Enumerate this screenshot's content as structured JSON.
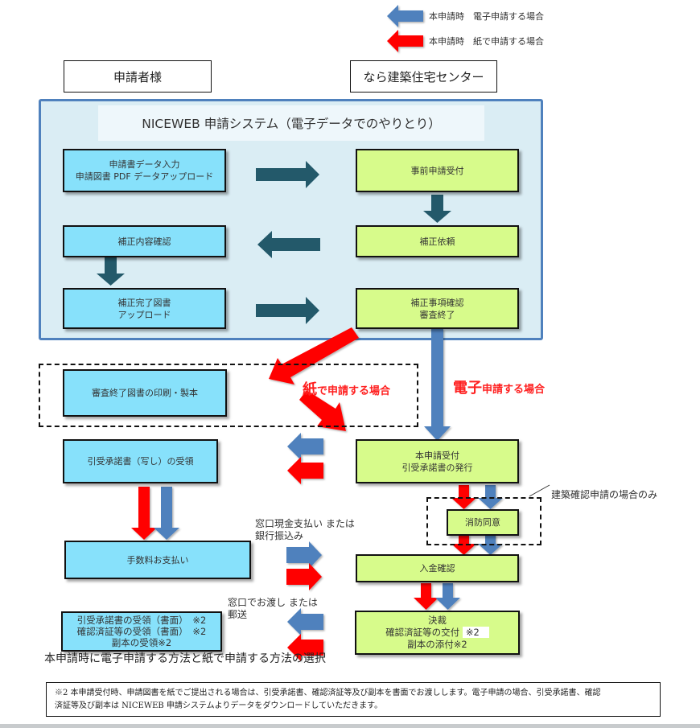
{
  "legend": {
    "electronic": "本申請時　電子申請する場合",
    "paper": "本申請時　紙で申請する場合"
  },
  "headers": {
    "applicant": "申請者様",
    "center": "なら建築住宅センター"
  },
  "system": {
    "title": "NICEWEB 申請システム（電子データでのやりとり）"
  },
  "boxes": {
    "data_input": [
      "申請書データ入力",
      "申請図書 PDF データアップロード"
    ],
    "pre_accept": [
      "事前申請受付"
    ],
    "correction_check": [
      "補正内容確認"
    ],
    "correction_request": [
      "補正依頼"
    ],
    "correction_upload": [
      "補正完了図書",
      "アップロード"
    ],
    "review_end": [
      "補正事項確認",
      "審査終了"
    ],
    "print_bind": [
      "審査終了図書の印刷・製本"
    ],
    "receipt_copy": [
      "引受承諾書（写し）の受領"
    ],
    "main_accept": [
      "本申請受付",
      "引受承諾書の発行"
    ],
    "fire_consent": [
      "消防同意"
    ],
    "fee_payment": [
      "手数料お支払い"
    ],
    "payment_confirm": [
      "入金確認"
    ],
    "documents_receipt": [
      "引受承諾書の受領（書面）　※2",
      "確認済証等の受領（書面）　※2",
      "副本の受領※2"
    ],
    "decision": [
      "決裁",
      "確認済証等の交付",
      "副本の添付※2"
    ],
    "decision_tag": "※2"
  },
  "labels": {
    "paper_case_big": "紙",
    "paper_case_rest": "で申請する場合",
    "electronic_case_big": "電子",
    "electronic_case_rest": "申請する場合",
    "building_only": "建築確認申請の場合のみ",
    "payment_method": [
      "窓口現金支払い または",
      "銀行振込み"
    ],
    "delivery_method": [
      "窓口でお渡し または",
      "郵送"
    ],
    "selection_note": "本申請時に電子申請する方法と紙で申請する方法の選択"
  },
  "footnote": [
    "※2  本申請受付時、申請図書を紙でご提出される場合は、引受承諾書、確認済証等及び副本を書面でお渡しします。電子申請の場合、引受承諾書、確認",
    "済証等及び副本は NICEWEB 申請システムよりデータをダウンロードしていただきます。"
  ],
  "colors": {
    "electronic_arrow": "#4f81bd",
    "paper_arrow": "#ff0000",
    "system_arrow": "#23596a",
    "applicant_box": "#87e1fb",
    "center_box": "#d7fb8b",
    "system_panel": "#daedf4",
    "system_border": "#4f81bd"
  }
}
